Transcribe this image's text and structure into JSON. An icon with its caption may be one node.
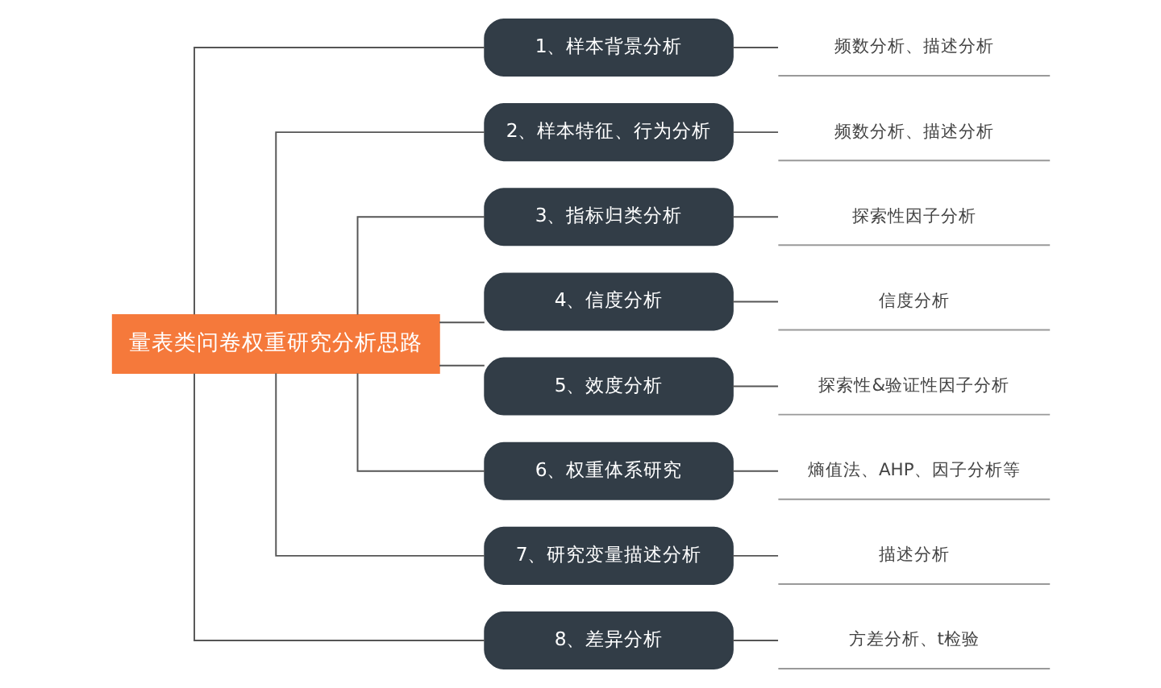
{
  "diagram": {
    "nodes": [
      {
        "text": [
          "量表类问卷权重研究分析思路"
        ]
      },
      {
        "text": [
          "1、样本背景分析"
        ]
      },
      {
        "text": [
          "频数分析、描述分析"
        ]
      },
      {
        "text": [
          "2、样本特征、行为分析"
        ]
      },
      {
        "text": [
          "频数分析、描述分析"
        ]
      },
      {
        "text": [
          "3、指标归类分析"
        ]
      },
      {
        "text": [
          "探索性因子分析"
        ]
      },
      {
        "text": [
          "4、信度分析"
        ]
      },
      {
        "text": [
          "信度分析"
        ]
      },
      {
        "text": [
          "5、效度分析"
        ]
      },
      {
        "text": [
          "探索性&验证性因子分析"
        ]
      },
      {
        "text": [
          "6、权重体系研究"
        ]
      },
      {
        "text": [
          "熵值法、AHP、因子分析等"
        ]
      },
      {
        "text": [
          "7、研究变量描述分析"
        ]
      },
      {
        "text": [
          "描述分析"
        ]
      },
      {
        "text": [
          "8、差异分析"
        ]
      },
      {
        "text": [
          "方差分析、t检验"
        ]
      }
    ],
    "edges": [
      {
        "from": 0,
        "to": 1,
        "arrow": "none"
      },
      {
        "from": 0,
        "to": 3,
        "arrow": "none"
      },
      {
        "from": 0,
        "to": 5,
        "arrow": "none"
      },
      {
        "from": 0,
        "to": 7,
        "arrow": "none"
      },
      {
        "from": 0,
        "to": 9,
        "arrow": "none"
      },
      {
        "from": 0,
        "to": 11,
        "arrow": "none"
      },
      {
        "from": 0,
        "to": 13,
        "arrow": "none"
      },
      {
        "from": 0,
        "to": 15,
        "arrow": "none"
      },
      {
        "from": 1,
        "to": 2,
        "arrow": "none"
      },
      {
        "from": 3,
        "to": 4,
        "arrow": "none"
      },
      {
        "from": 5,
        "to": 6,
        "arrow": "none"
      },
      {
        "from": 7,
        "to": 8,
        "arrow": "none"
      },
      {
        "from": 9,
        "to": 10,
        "arrow": "none"
      },
      {
        "from": 11,
        "to": 12,
        "arrow": "none"
      },
      {
        "from": 13,
        "to": 14,
        "arrow": "none"
      },
      {
        "from": 15,
        "to": 16,
        "arrow": "none"
      }
    ]
  }
}
